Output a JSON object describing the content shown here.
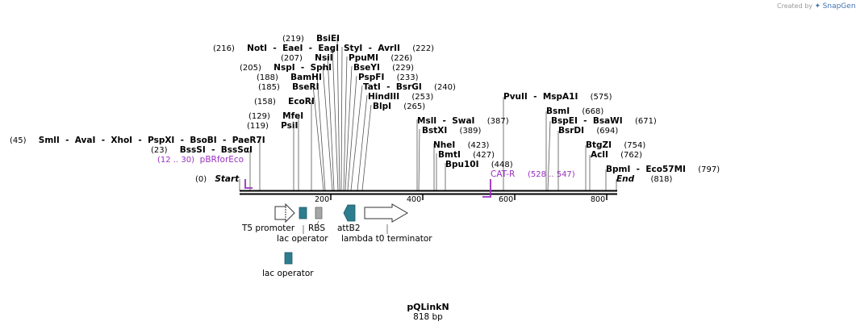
{
  "credit": {
    "created_by": "Created by",
    "brand": "SnapGene"
  },
  "map": {
    "name": "pQLinkN",
    "length_label": "818 bp",
    "length_bp": 818,
    "backbone_color": "#000000",
    "ticks": [
      {
        "bp": 200,
        "label": "200"
      },
      {
        "bp": 400,
        "label": "400"
      },
      {
        "bp": 600,
        "label": "600"
      },
      {
        "bp": 800,
        "label": "800"
      }
    ],
    "ends": [
      {
        "pos": "(0)",
        "name": "Start",
        "bp": 0
      },
      {
        "pos": "(818)",
        "name": "End",
        "bp": 818
      }
    ]
  },
  "sites": [
    {
      "pos": "(219)",
      "names": [
        "BsiEI"
      ],
      "bp": 219
    },
    {
      "pos": "(216)",
      "names": [
        "NotI",
        "EaeI",
        "EagI"
      ],
      "bp": 216
    },
    {
      "pos": "(222)",
      "names": [
        "StyI",
        "AvrII"
      ],
      "bp": 222
    },
    {
      "pos": "(207)",
      "names": [
        "NsiI"
      ],
      "bp": 207
    },
    {
      "pos": "(226)",
      "names": [
        "PpuMI"
      ],
      "bp": 226
    },
    {
      "pos": "(205)",
      "names": [
        "NspI",
        "SphI"
      ],
      "bp": 205
    },
    {
      "pos": "(229)",
      "names": [
        "BseYI"
      ],
      "bp": 229
    },
    {
      "pos": "(188)",
      "names": [
        "BamHI"
      ],
      "bp": 188
    },
    {
      "pos": "(233)",
      "names": [
        "PspFI"
      ],
      "bp": 233
    },
    {
      "pos": "(185)",
      "names": [
        "BseRI"
      ],
      "bp": 185
    },
    {
      "pos": "(240)",
      "names": [
        "TatI",
        "BsrGI"
      ],
      "bp": 240
    },
    {
      "pos": "(253)",
      "names": [
        "HindIII"
      ],
      "bp": 253
    },
    {
      "pos": "(158)",
      "names": [
        "EcoRI"
      ],
      "bp": 158
    },
    {
      "pos": "(265)",
      "names": [
        "BlpI"
      ],
      "bp": 265
    },
    {
      "pos": "(129)",
      "names": [
        "MfeI"
      ],
      "bp": 129
    },
    {
      "pos": "(119)",
      "names": [
        "PsiI"
      ],
      "bp": 119
    },
    {
      "pos": "(45)",
      "names": [
        "SmlI",
        "AvaI",
        "XhoI",
        "PspXI",
        "BsoBI",
        "PaeR7I"
      ],
      "bp": 45
    },
    {
      "pos": "(23)",
      "names": [
        "BssSI",
        "BssSαI"
      ],
      "bp": 23
    },
    {
      "pos": "(387)",
      "names": [
        "MslI",
        "SwaI"
      ],
      "bp": 387
    },
    {
      "pos": "(389)",
      "names": [
        "BstXI"
      ],
      "bp": 389
    },
    {
      "pos": "(423)",
      "names": [
        "NheI"
      ],
      "bp": 423
    },
    {
      "pos": "(427)",
      "names": [
        "BmtI"
      ],
      "bp": 427
    },
    {
      "pos": "(448)",
      "names": [
        "Bpu10I"
      ],
      "bp": 448
    },
    {
      "pos": "(575)",
      "names": [
        "PvuII",
        "MspA1I"
      ],
      "bp": 575
    },
    {
      "pos": "(668)",
      "names": [
        "BsmI"
      ],
      "bp": 668
    },
    {
      "pos": "(671)",
      "names": [
        "BspEI",
        "BsaWI"
      ],
      "bp": 671
    },
    {
      "pos": "(694)",
      "names": [
        "BsrDI"
      ],
      "bp": 694
    },
    {
      "pos": "(754)",
      "names": [
        "BtgZI"
      ],
      "bp": 754
    },
    {
      "pos": "(762)",
      "names": [
        "AclI"
      ],
      "bp": 762
    },
    {
      "pos": "(797)",
      "names": [
        "BpmI",
        "Eco57MI"
      ],
      "bp": 797
    }
  ],
  "primers": [
    {
      "range": "(12 .. 30)",
      "name": "pBRforEco",
      "color": "#9b2fc2"
    },
    {
      "range": "(528 .. 547)",
      "name": "CAT-R",
      "color": "#9b2fc2"
    }
  ],
  "features": [
    {
      "name": "T5 promoter",
      "kind": "promoter",
      "color": "#ffffff"
    },
    {
      "name": "lac operator",
      "kind": "protein_bind",
      "color": "#2e7d8f"
    },
    {
      "name": "RBS",
      "kind": "RBS",
      "color": "#999999"
    },
    {
      "name": "attB2",
      "kind": "recombination",
      "color": "#2e7d8f"
    },
    {
      "name": "lambda t0 terminator",
      "kind": "terminator",
      "color": "#ffffff"
    },
    {
      "name": "lac operator",
      "kind": "protein_bind",
      "color": "#2e7d8f"
    }
  ]
}
